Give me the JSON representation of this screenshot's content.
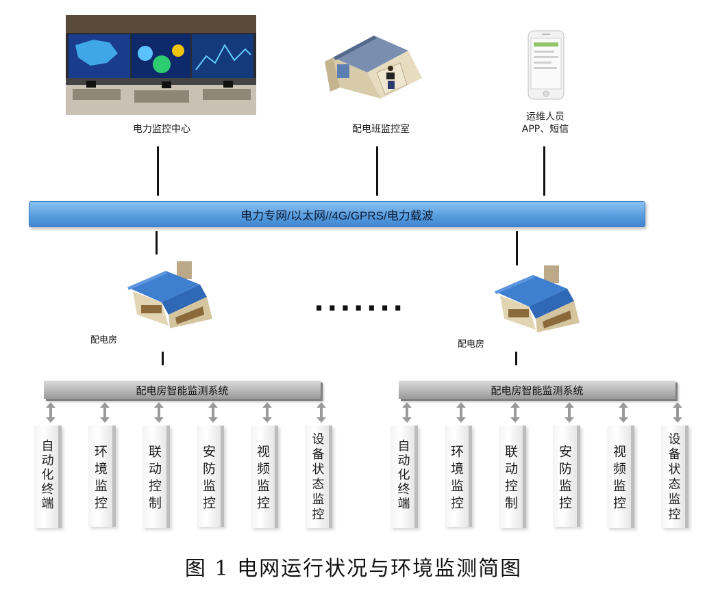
{
  "top_nodes": [
    {
      "label": "电力监控中心",
      "icon": "control-center-photo"
    },
    {
      "label": "配电班监控室",
      "icon": "monitoring-room-house"
    },
    {
      "label_line1": "运维人员",
      "label_line2": "APP、短信",
      "icon": "smartphone"
    }
  ],
  "network": {
    "label": "电力专网/以太网//4G/GPRS/电力载波"
  },
  "ellipsis": "·······",
  "rooms": [
    {
      "label": "配电房",
      "system": "配电房智能监测系统",
      "modules": [
        "自动化终端",
        "环境监控",
        "联动控制",
        "安防监控",
        "视频监控",
        "设备状态监控"
      ]
    },
    {
      "label": "配电房",
      "system": "配电房智能监测系统",
      "modules": [
        "自动化终端",
        "环境监控",
        "联动控制",
        "安防监控",
        "视频监控",
        "设备状态监控"
      ]
    }
  ],
  "caption": "图 1 电网运行状况与环境监测简图",
  "colors": {
    "network_bar": "#5a9ee0",
    "system_bar": "#b3b3b3",
    "roof": "#3f7fd0"
  }
}
